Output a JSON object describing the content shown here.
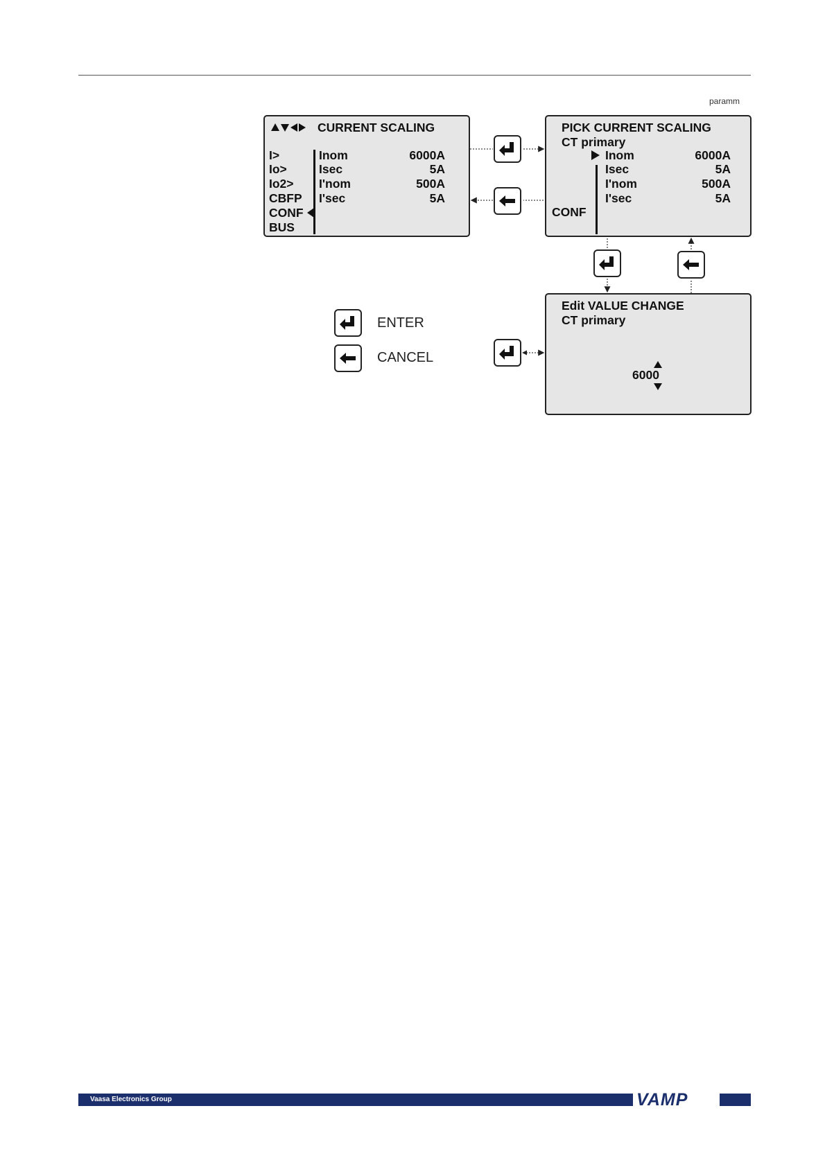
{
  "figure_label": "paramm",
  "screen1": {
    "title": "CURRENT SCALING",
    "menu": [
      "I>",
      "Io>",
      "Io2>",
      "CBFP",
      "CONF",
      "BUS"
    ],
    "rows": [
      {
        "label": "Inom",
        "value": "6000A"
      },
      {
        "label": "Isec",
        "value": "5A"
      },
      {
        "label": "I'nom",
        "value": "500A"
      },
      {
        "label": "I'sec",
        "value": "5A"
      }
    ]
  },
  "screen2": {
    "title": "PICK CURRENT SCALING",
    "subtitle": "CT primary",
    "side_label": "CONF",
    "rows": [
      {
        "label": "Inom",
        "value": "6000A"
      },
      {
        "label": "Isec",
        "value": "5A"
      },
      {
        "label": "I'nom",
        "value": "500A"
      },
      {
        "label": "I'sec",
        "value": "5A"
      }
    ]
  },
  "screen3": {
    "title": "Edit VALUE CHANGE",
    "subtitle": "CT primary",
    "value": "6000"
  },
  "legend": {
    "enter": "ENTER",
    "cancel": "CANCEL"
  },
  "icons": {
    "enter_key": "enter-arrow-icon",
    "cancel_key": "back-arrow-icon",
    "nav_keys": "arrow-keys-icon"
  },
  "footer": {
    "company": "Vaasa Electronics Group",
    "brand": "VAMP"
  },
  "colors": {
    "screen_bg": "#e6e6e6",
    "brand_blue": "#1c2f6d"
  }
}
